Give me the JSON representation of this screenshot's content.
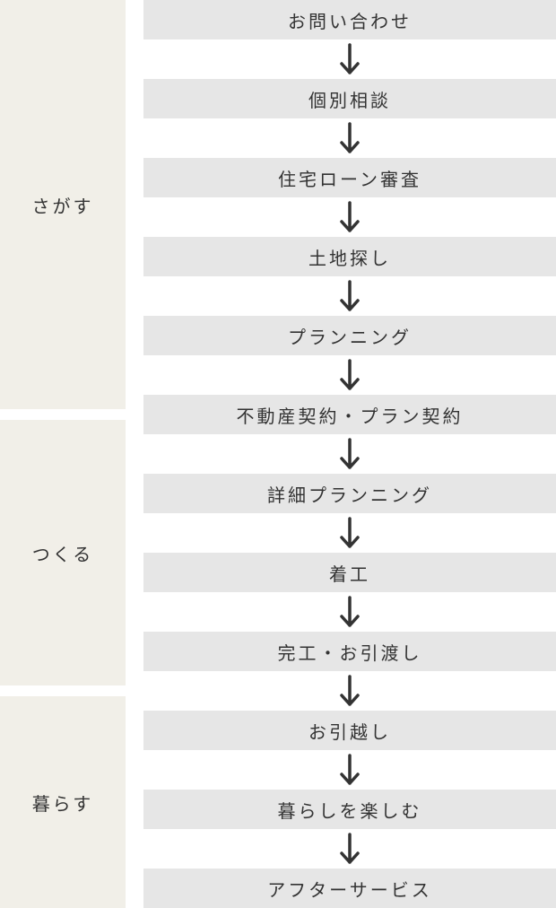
{
  "colors": {
    "phase_background": "#f1efe8",
    "step_background": "#e6e6e6",
    "text": "#333333",
    "arrow": "#333333"
  },
  "phases": [
    {
      "label": "さがす"
    },
    {
      "label": "つくる"
    },
    {
      "label": "暮らす"
    }
  ],
  "steps": [
    {
      "label": "お問い合わせ"
    },
    {
      "label": "個別相談"
    },
    {
      "label": "住宅ローン審査"
    },
    {
      "label": "土地探し"
    },
    {
      "label": "プランニング"
    },
    {
      "label": "不動産契約・プラン契約"
    },
    {
      "label": "詳細プランニング"
    },
    {
      "label": "着工"
    },
    {
      "label": "完工・お引渡し"
    },
    {
      "label": "お引越し"
    },
    {
      "label": "暮らしを楽しむ"
    },
    {
      "label": "アフターサービス"
    }
  ],
  "connector_icon": "arrow-down-icon"
}
